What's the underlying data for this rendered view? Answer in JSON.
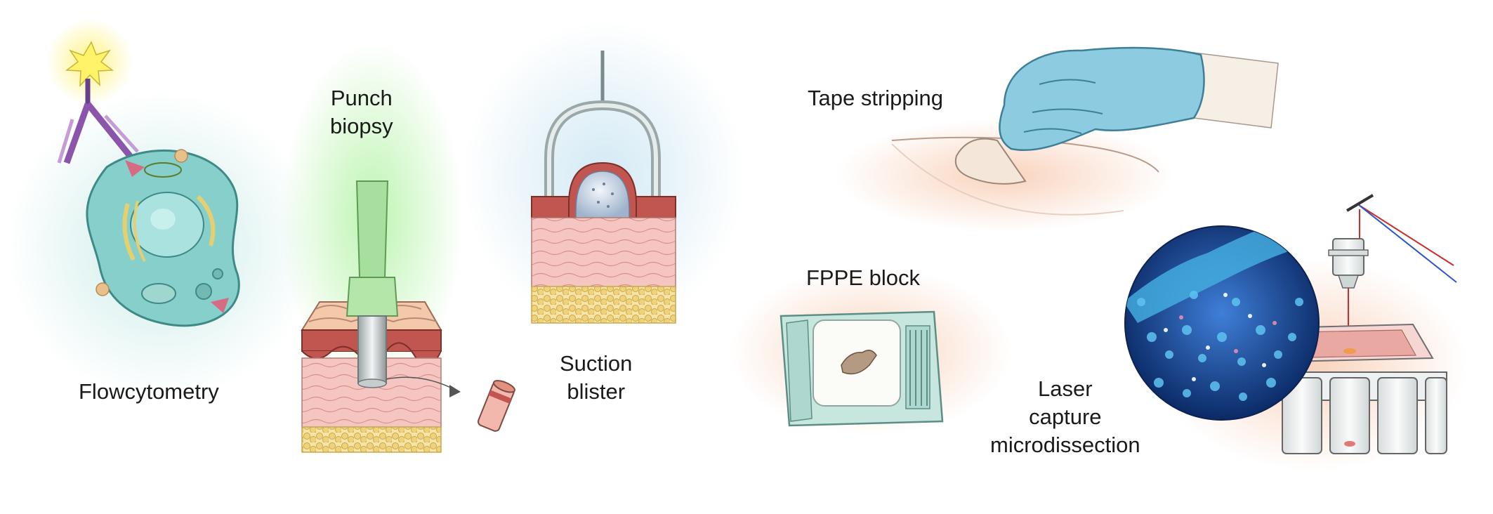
{
  "labels": {
    "flowcytometry": "Flowcytometry",
    "punch_biopsy": [
      "Punch",
      "biopsy"
    ],
    "suction_blister": [
      "Suction",
      "blister"
    ],
    "tape_stripping": "Tape stripping",
    "fppe_block": "FPPE block",
    "laser_capture": [
      "Laser",
      "capture",
      "microdissection"
    ]
  },
  "colors": {
    "cell_fill": "#7fc9c6",
    "skin_pink": "#f0b9b4",
    "dermis_dark": "#b5524a",
    "fat_yellow": "#f3dc8f",
    "punch_green": "#9fdc95",
    "glove_blue": "#8ccbe0",
    "cassette_teal": "#c2e3dc",
    "laser_red": "#d02a2a",
    "laser_blue": "#2a56c9",
    "fluor_blue": "#1d4fa8"
  },
  "icons": [
    "antibody-icon",
    "star-burst-icon",
    "cell-icon",
    "punch-tool-icon",
    "skin-block-icon",
    "suction-cup-icon",
    "gloved-hand-icon",
    "tape-strip-icon",
    "cassette-icon",
    "microscope-objective-icon",
    "fluorescence-image-icon",
    "tube-rack-icon"
  ]
}
